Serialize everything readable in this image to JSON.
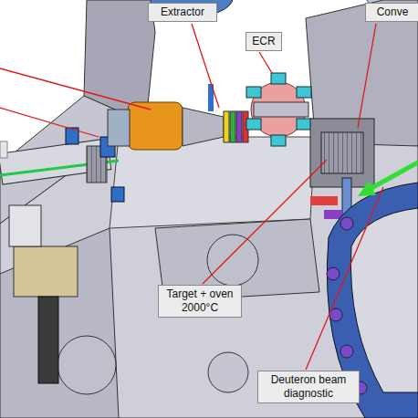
{
  "diagram": {
    "nodes": [
      {
        "text": [
          "Extractor"
        ]
      },
      {
        "text": [
          "ECR"
        ]
      },
      {
        "text": [
          "Conve"
        ]
      },
      {
        "text": [
          "Target + oven 2000°C"
        ]
      },
      {
        "text": [
          "Deuteron beam diagnostic"
        ]
      }
    ],
    "edges": []
  }
}
